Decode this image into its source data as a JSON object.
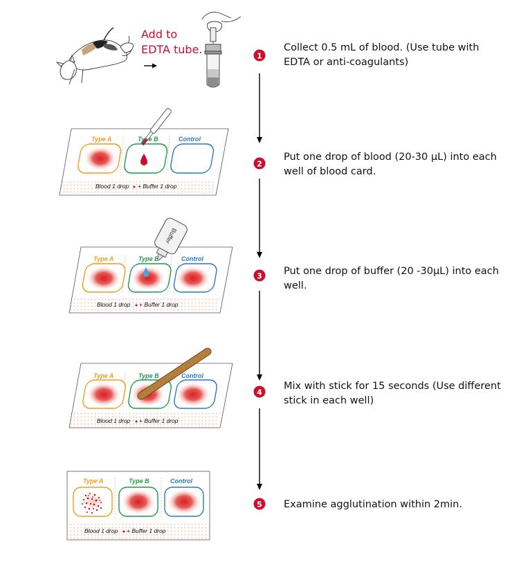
{
  "collect_label": {
    "line1": "Add to",
    "line2": "EDTA tube."
  },
  "colors": {
    "accent_red": "#c8102e",
    "type_a": "#f39c1f",
    "type_b": "#1e9a4a",
    "control": "#2a78c2",
    "stick": "#b47f3c",
    "buffer_drop": "#4aa3df"
  },
  "card": {
    "type_a": "Type A",
    "type_b": "Type B",
    "control": "Control",
    "footer_blood": "Blood 1 drop",
    "footer_plus": "+ Buffer 1 drop",
    "buffer_bottle_label": "Buffer"
  },
  "steps": [
    {
      "number": "1",
      "text": "Collect 0.5 mL of blood. (Use tube with EDTA or anti-coagulants)"
    },
    {
      "number": "2",
      "text": "Put one drop of blood (20-30 µL) into each well of blood card."
    },
    {
      "number": "3",
      "text": "Put one drop of buffer (20 -30µL) into each well."
    },
    {
      "number": "4",
      "text": "Mix with stick for 15 seconds (Use different stick in each well)"
    },
    {
      "number": "5",
      "text": "Examine agglutination within 2min."
    }
  ]
}
